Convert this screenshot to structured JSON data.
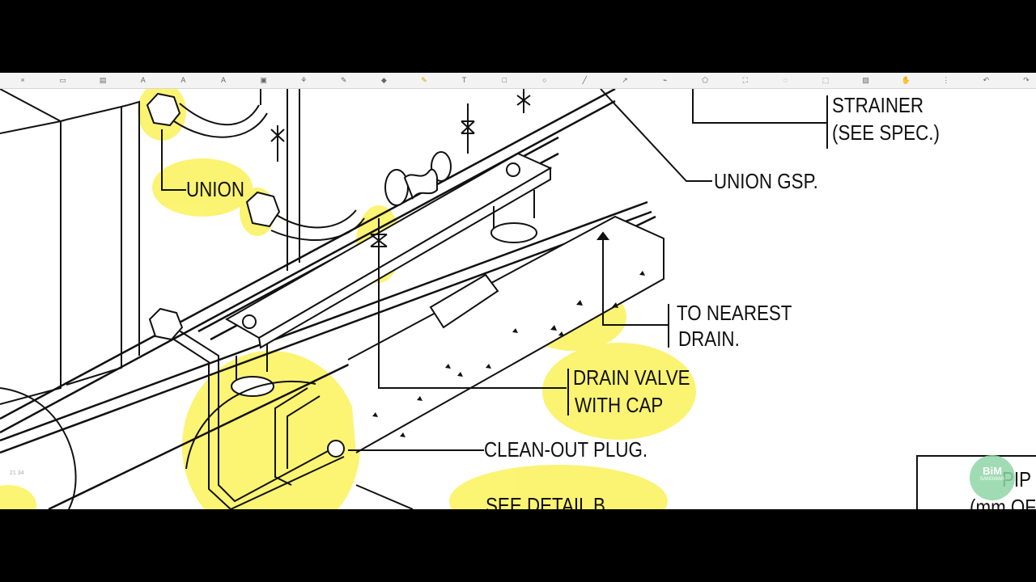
{
  "toolbar": {
    "tools": [
      {
        "name": "close",
        "glyph": "×"
      },
      {
        "name": "comment",
        "glyph": "▭"
      },
      {
        "name": "note",
        "glyph": "▤"
      },
      {
        "name": "text-a",
        "glyph": "A"
      },
      {
        "name": "text-a2",
        "glyph": "A"
      },
      {
        "name": "underline-a",
        "glyph": "A"
      },
      {
        "name": "image",
        "glyph": "▣"
      },
      {
        "name": "stamp",
        "glyph": "⚘"
      },
      {
        "name": "pen",
        "glyph": "✎"
      },
      {
        "name": "eraser",
        "glyph": "◆"
      },
      {
        "name": "highlighter",
        "glyph": "✎"
      },
      {
        "name": "text-tool",
        "glyph": "T"
      },
      {
        "name": "rectangle",
        "glyph": "□"
      },
      {
        "name": "ellipse",
        "glyph": "○"
      },
      {
        "name": "line",
        "glyph": "╱"
      },
      {
        "name": "arrow",
        "glyph": "↗"
      },
      {
        "name": "measure",
        "glyph": "⌁"
      },
      {
        "name": "polygon",
        "glyph": "⬠"
      },
      {
        "name": "crop",
        "glyph": "⛶"
      },
      {
        "name": "lasso",
        "glyph": "◌"
      },
      {
        "name": "select",
        "glyph": "⬚"
      },
      {
        "name": "snapshot",
        "glyph": "▨"
      },
      {
        "name": "hand",
        "glyph": "✋"
      },
      {
        "name": "more",
        "glyph": "⋮"
      },
      {
        "name": "undo",
        "glyph": "↶"
      },
      {
        "name": "redo",
        "glyph": "↷"
      }
    ],
    "active_tool": "highlighter"
  },
  "drawing": {
    "labels": {
      "strainer": "STRAINER",
      "see_spec": "(SEE SPEC.)",
      "union_gsp": "UNION GSP.",
      "union": "UNION",
      "to_nearest": "TO NEAREST",
      "drain": "DRAIN.",
      "drain_valve": "DRAIN VALVE",
      "with_cap": "WITH CAP",
      "clean_out_plug": "CLEAN-OUT PLUG.",
      "see_detail_b": "SEE DETAIL B",
      "pipe_partial": "PIP",
      "mm_partial": "(mm OF"
    },
    "highlight_color": "#fbf25a"
  },
  "page_indicator": "21 34",
  "watermark": {
    "line1": "BiM",
    "line2": "SANGWAN"
  }
}
